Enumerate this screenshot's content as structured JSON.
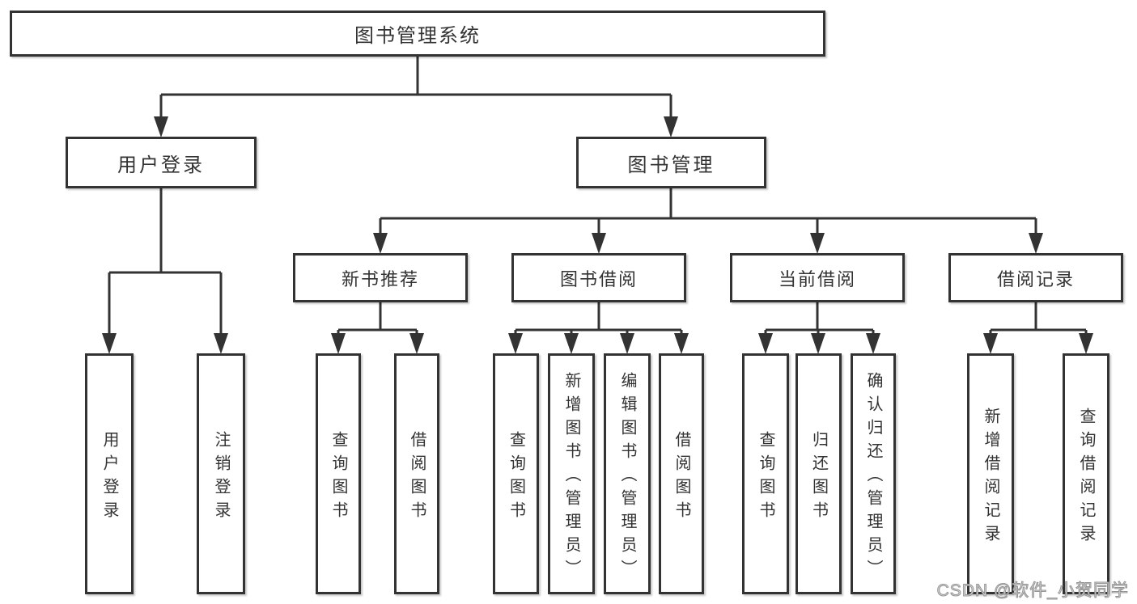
{
  "tree": {
    "root": "图书管理系统",
    "level2": [
      {
        "label": "用户登录",
        "children": [
          "用户登录",
          "注销登录"
        ]
      },
      {
        "label": "图书管理",
        "children": [
          {
            "label": "新书推荐",
            "children": [
              "查询图书",
              "借阅图书"
            ]
          },
          {
            "label": "图书借阅",
            "children": [
              "查询图书",
              "新增图书（管理员）",
              "编辑图书（管理员）",
              "借阅图书"
            ]
          },
          {
            "label": "当前借阅",
            "children": [
              "查询图书",
              "归还图书",
              "确认归还（管理员）"
            ]
          },
          {
            "label": "借阅记录",
            "children": [
              "新增借阅记录",
              "查询借阅记录"
            ]
          }
        ]
      }
    ]
  },
  "watermark": "CSDN @软件_小贺同学",
  "colors": {
    "line": "#333333",
    "box_border": "#333333",
    "text": "#333333",
    "background": "#ffffff",
    "watermark_gray": "#949494"
  }
}
